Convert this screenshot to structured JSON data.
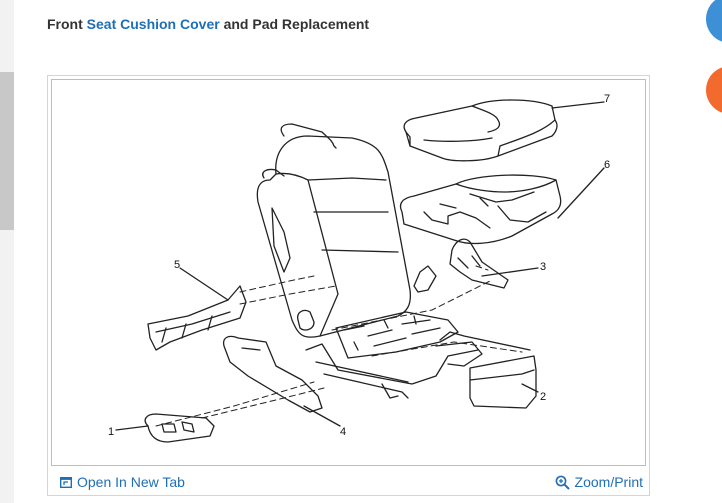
{
  "header": {
    "title_prefix": "Front",
    "title_link": "Seat Cushion Cover",
    "title_suffix": "and Pad Replacement"
  },
  "figure": {
    "callouts": [
      "1",
      "2",
      "3",
      "4",
      "5",
      "6",
      "7"
    ]
  },
  "footer": {
    "open_tab_label": "Open In New Tab",
    "zoom_label": "Zoom/Print"
  },
  "colors": {
    "accent": "#1f6fb5",
    "fab_blue": "#3d8fd6",
    "fab_orange": "#f26a2e"
  }
}
